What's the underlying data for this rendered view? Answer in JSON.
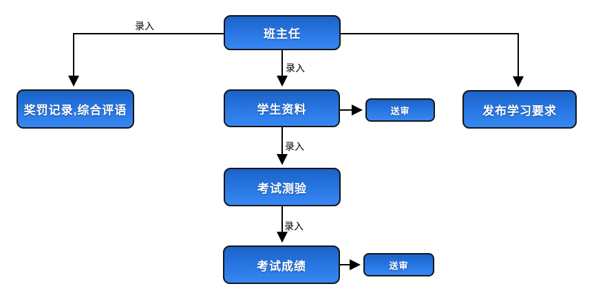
{
  "diagram": {
    "type": "flowchart",
    "palette": {
      "node_fill_top": "#1b62c6",
      "node_fill_bottom": "#3787f2",
      "node_border": "#141414",
      "node_text": "#ffffff",
      "arrow": "#000000",
      "edge_label_text": "#000000"
    },
    "nodes": [
      {
        "id": "teacher",
        "label": "班主任"
      },
      {
        "id": "reward-records",
        "label": "奖罚记录,综合评语"
      },
      {
        "id": "student-data",
        "label": "学生资料"
      },
      {
        "id": "publish-requirements",
        "label": "发布学习要求"
      },
      {
        "id": "exam-test",
        "label": "考试测验"
      },
      {
        "id": "exam-score",
        "label": "考试成绩"
      },
      {
        "id": "review-1",
        "label": "送审"
      },
      {
        "id": "review-2",
        "label": "送审"
      }
    ],
    "edge_labels": [
      {
        "id": "entry-left",
        "label": "录入"
      },
      {
        "id": "entry-student",
        "label": "录入"
      },
      {
        "id": "entry-test",
        "label": "录入"
      },
      {
        "id": "entry-score",
        "label": "录入"
      }
    ],
    "edges": [
      {
        "from": "teacher",
        "to": "reward-records",
        "label": "录入"
      },
      {
        "from": "teacher",
        "to": "student-data",
        "label": "录入"
      },
      {
        "from": "teacher",
        "to": "publish-requirements",
        "label": ""
      },
      {
        "from": "student-data",
        "to": "review-1",
        "label": ""
      },
      {
        "from": "student-data",
        "to": "exam-test",
        "label": "录入"
      },
      {
        "from": "exam-test",
        "to": "exam-score",
        "label": "录入"
      },
      {
        "from": "exam-score",
        "to": "review-2",
        "label": ""
      }
    ]
  }
}
